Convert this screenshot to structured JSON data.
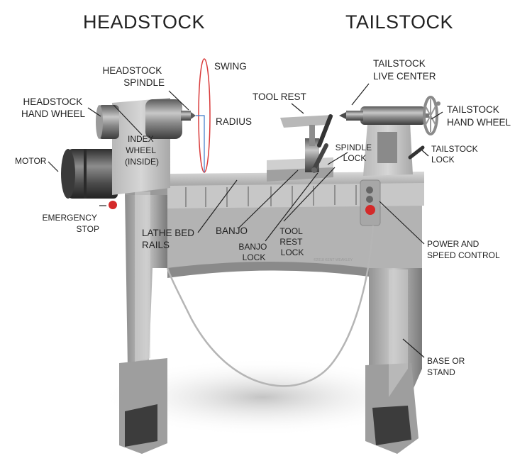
{
  "titles": {
    "headstock": "HEADSTOCK",
    "tailstock": "TAILSTOCK"
  },
  "labels": {
    "headstock_spindle": [
      "HEADSTOCK",
      "SPINDLE"
    ],
    "swing": "SWING",
    "radius": "RADIUS",
    "headstock_hand_wheel": [
      "HEADSTOCK",
      "HAND WHEEL"
    ],
    "index_wheel": [
      "INDEX",
      "WHEEL",
      "(INSIDE)"
    ],
    "motor": "MOTOR",
    "emergency_stop": [
      "EMERGENCY",
      "STOP"
    ],
    "lathe_bed_rails": [
      "LATHE BED",
      "RAILS"
    ],
    "banjo": "BANJO",
    "banjo_lock": [
      "BANJO",
      "LOCK"
    ],
    "tool_rest": "TOOL REST",
    "tool_rest_lock": [
      "TOOL",
      "REST",
      "LOCK"
    ],
    "tailstock_live_center": [
      "TAILSTOCK",
      "LIVE CENTER"
    ],
    "tailstock_hand_wheel": [
      "TAILSTOCK",
      "HAND WHEEL"
    ],
    "spindle_lock": [
      "SPINDLE",
      "LOCK"
    ],
    "tailstock_lock": [
      "TAILSTOCK",
      "LOCK"
    ],
    "power_and_speed_control": [
      "POWER AND",
      "SPEED CONTROL"
    ],
    "base_or_stand": [
      "BASE OR",
      "STAND"
    ]
  },
  "copyright": "©2018 KENT WEAKLEY",
  "colors": {
    "swing_ring": "#d93a3a",
    "radius_line": "#3a78c8",
    "emergency_button": "#d42a2a",
    "metal_light": "#e4e4e4",
    "metal_mid": "#a9a9a9",
    "metal_dark": "#4a4a4a"
  }
}
